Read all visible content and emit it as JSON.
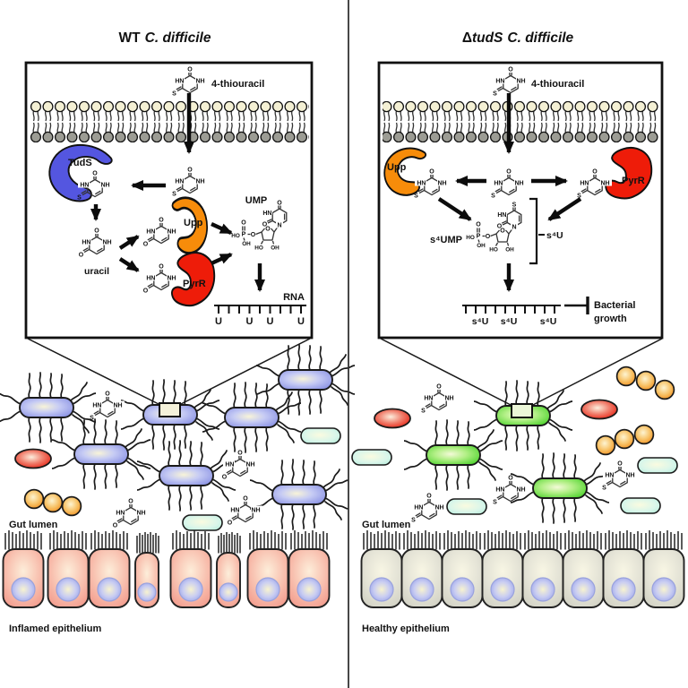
{
  "left_panel": {
    "title": {
      "strain": "WT",
      "species": "C. difficile"
    },
    "pathway": {
      "import_label": "4-thiouracil",
      "enzyme_tuds": "TudS",
      "enzyme_upp": "Upp",
      "enzyme_pyrr": "PyrR",
      "uracil_label": "uracil",
      "ump_label": "UMP",
      "rna_label": "RNA",
      "rna_bases": [
        "U",
        "U",
        "U",
        "U"
      ]
    },
    "gut_lumen_label": "Gut lumen",
    "epithelium_label": "Inflamed epithelium"
  },
  "right_panel": {
    "title": {
      "delta": "Δ",
      "gene": "tudS",
      "species": "C. difficile"
    },
    "pathway": {
      "import_label": "4-thiouracil",
      "enzyme_upp": "Upp",
      "enzyme_pyrr": "PyrR",
      "s4ump_label": "s⁴UMP",
      "s4u_label": "s⁴U",
      "rna_bases": [
        "s⁴U",
        "s⁴U",
        "s⁴U"
      ],
      "growth_line1": "Bacterial",
      "growth_line2": "growth"
    },
    "gut_lumen_label": "Gut lumen",
    "epithelium_label": "Healthy epithelium"
  },
  "atoms": {
    "hn": "HN",
    "nh": "NH",
    "o": "O",
    "s": "S",
    "n": "N",
    "p": "P",
    "ho": "HO",
    "oh": "OH"
  },
  "colors": {
    "tuds_enzyme": "#5456E0",
    "upp_enzyme": "#F78C0A",
    "pyrr_enzyme": "#EE1C09",
    "wt_bacteria": "#8A92E4",
    "mutant_bacteria": "#4ED32E",
    "commensal_red": "#E81F10",
    "commensal_orange": "#F09020",
    "commensal_teal": "#B2EAD8",
    "inflamed_cell": "#F29688",
    "healthy_cell": "#CFCFC2",
    "nucleus": "#9AA3E8",
    "membrane_head_outer": "#F4F0D4",
    "membrane_head_inner": "#9C9C94"
  }
}
